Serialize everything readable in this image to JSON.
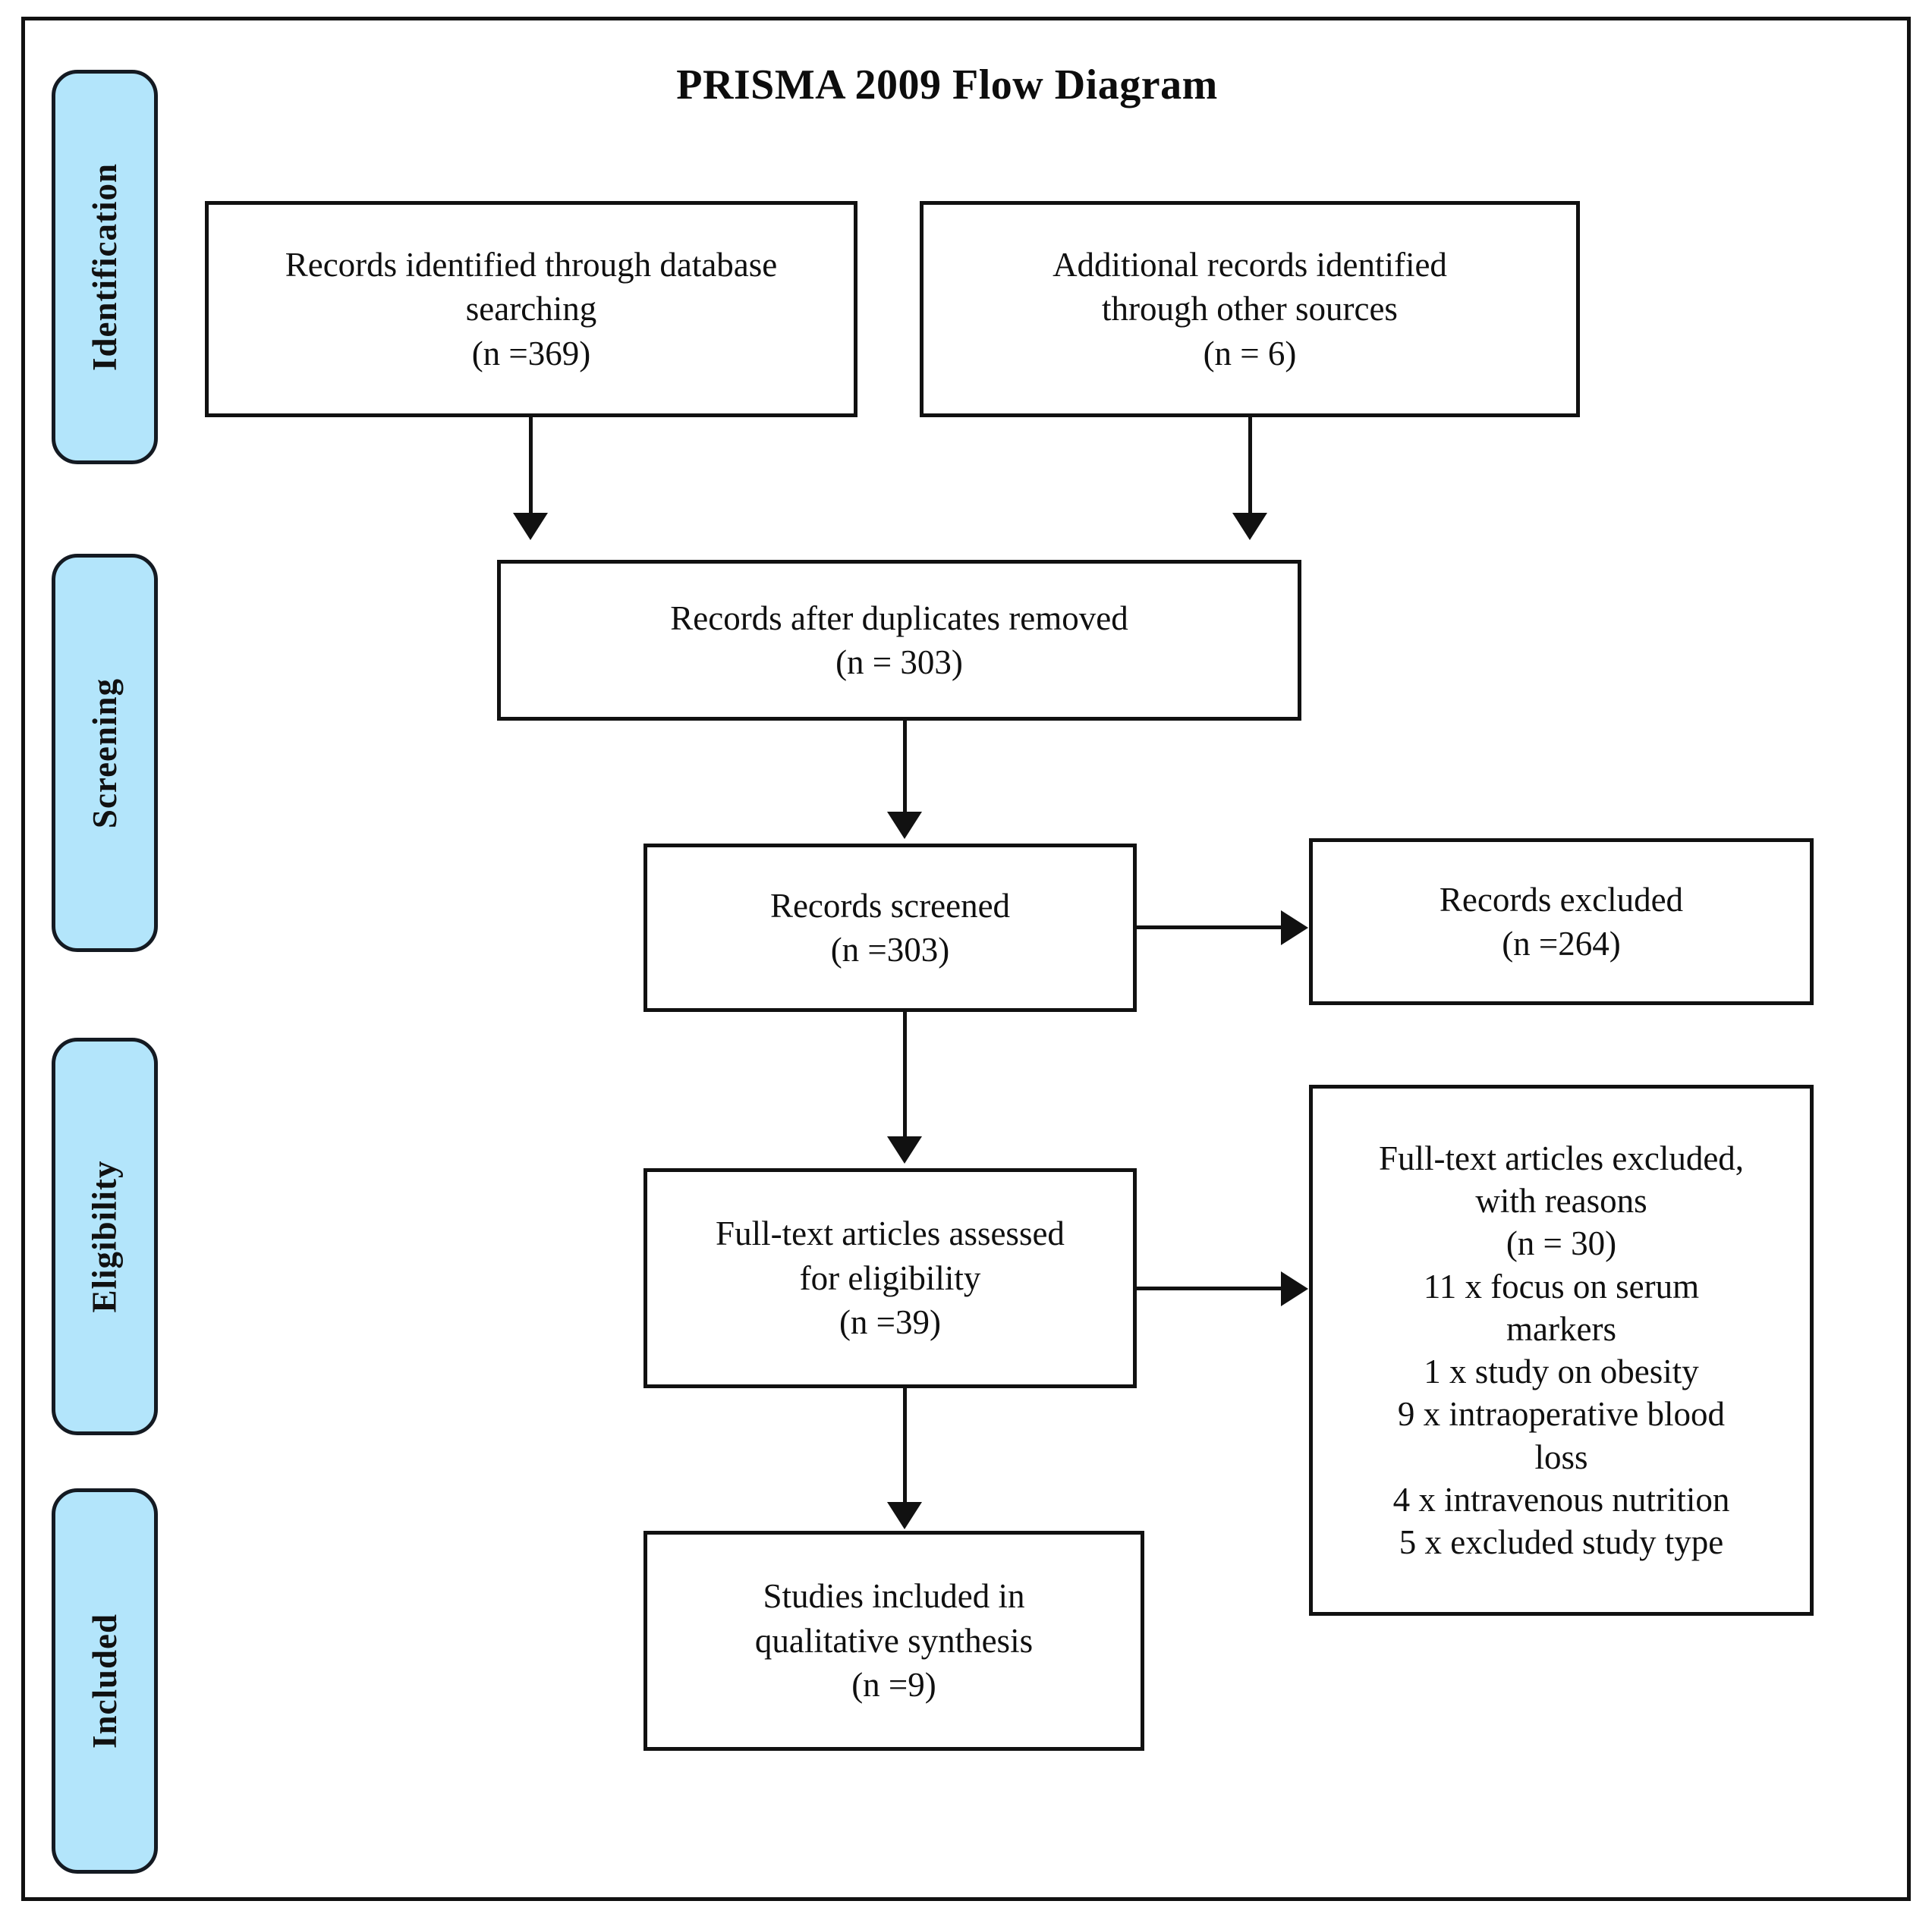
{
  "diagram": {
    "title": "PRISMA 2009 Flow Diagram",
    "type": "flowchart",
    "stages": [
      {
        "id": "identification",
        "label": "Identification"
      },
      {
        "id": "screening",
        "label": "Screening"
      },
      {
        "id": "eligibility",
        "label": "Eligibility"
      },
      {
        "id": "included",
        "label": "Included"
      }
    ],
    "boxes": {
      "db_search": {
        "text": "Records identified through database\nsearching\n(n =369)",
        "n": 369,
        "stage": "identification"
      },
      "other_sources": {
        "text": "Additional records identified\nthrough other sources\n(n = 6)",
        "n": 6,
        "stage": "identification"
      },
      "duplicates_removed": {
        "text": "Records after duplicates removed\n(n = 303)",
        "n": 303,
        "stage": "screening"
      },
      "records_screened": {
        "text": "Records screened\n(n =303)",
        "n": 303,
        "stage": "screening"
      },
      "records_excluded": {
        "text": "Records excluded\n(n =264)",
        "n": 264,
        "stage": "screening"
      },
      "fulltext_assessed": {
        "text": "Full-text articles assessed\nfor eligibility\n(n =39)",
        "n": 39,
        "stage": "eligibility"
      },
      "fulltext_excluded": {
        "text": "Full-text articles excluded,\nwith reasons\n(n = 30)\n11 x focus on serum\nmarkers\n1 x study on obesity\n9 x intraoperative blood\nloss\n4 x intravenous nutrition\n5 x excluded study type",
        "n": 30,
        "stage": "eligibility",
        "reasons": [
          {
            "count": 11,
            "reason": "focus on serum markers"
          },
          {
            "count": 1,
            "reason": "study on obesity"
          },
          {
            "count": 9,
            "reason": "intraoperative blood loss"
          },
          {
            "count": 4,
            "reason": "intravenous nutrition"
          },
          {
            "count": 5,
            "reason": "excluded study type"
          }
        ]
      },
      "studies_included": {
        "text": "Studies included in\nqualitative synthesis\n(n =9)",
        "n": 9,
        "stage": "included"
      }
    },
    "colors": {
      "stage_fill": "#b3e5fb",
      "stroke": "#111111",
      "background": "#ffffff"
    }
  }
}
